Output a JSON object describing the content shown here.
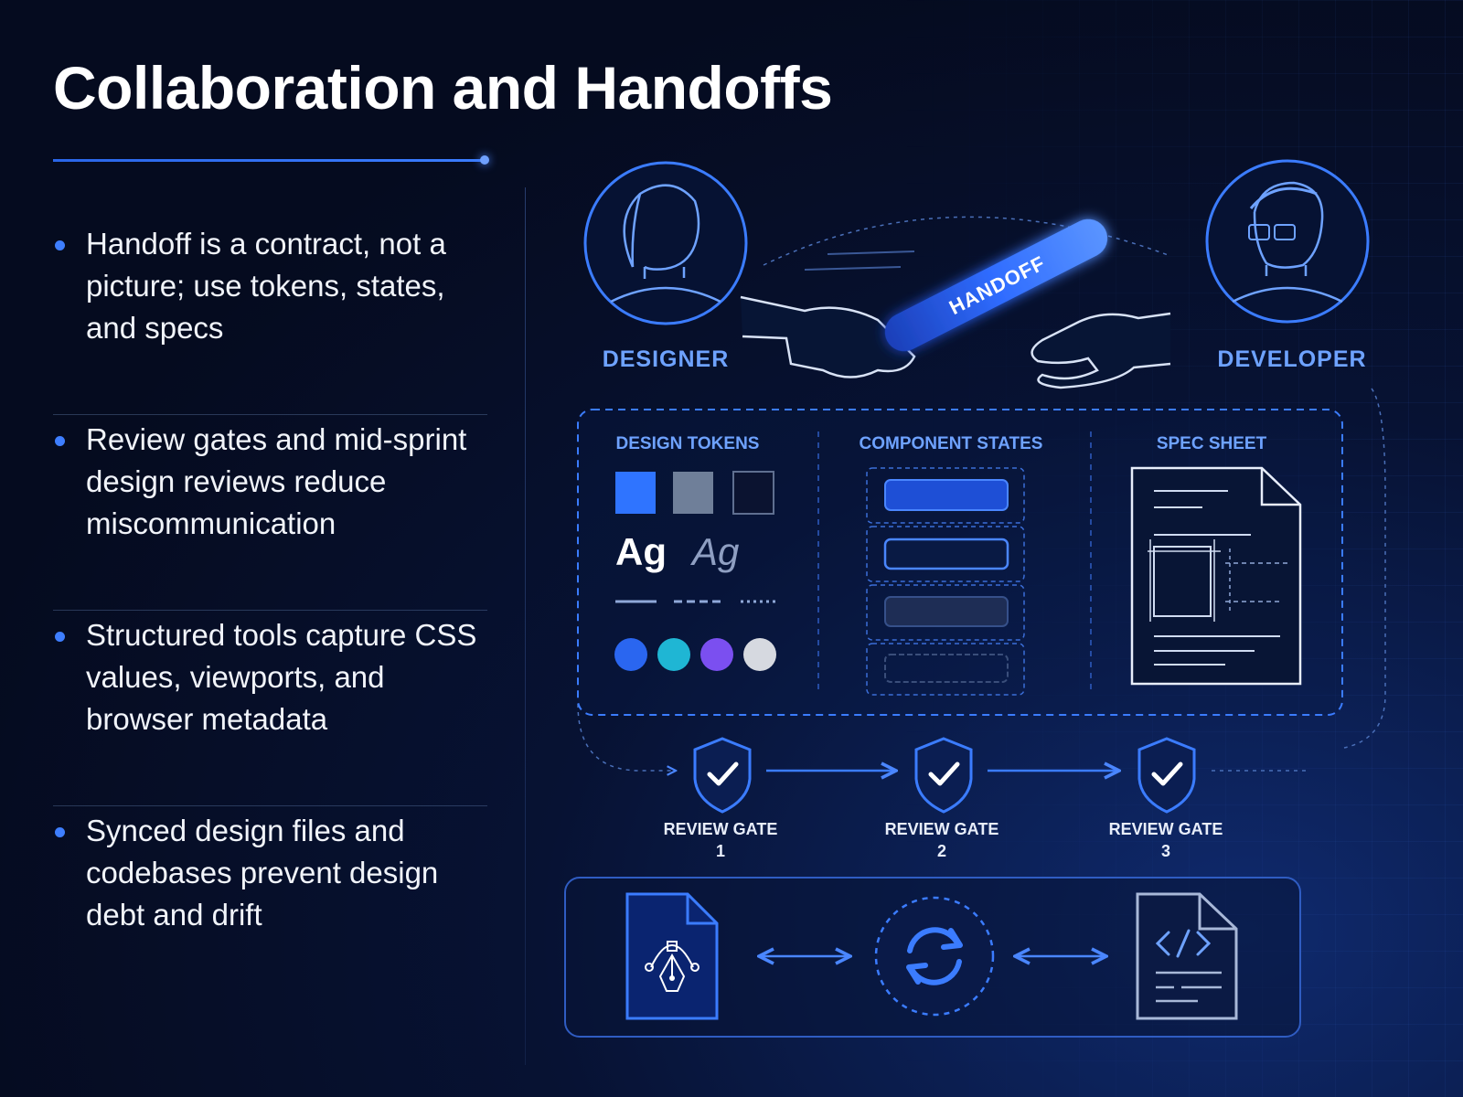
{
  "title": "Collaboration and Handoffs",
  "bullets": [
    {
      "text": "Handoff is a contract, not a picture; use tokens, states, and specs"
    },
    {
      "text": "Review gates and mid-sprint design reviews reduce miscommunication"
    },
    {
      "text": "Structured tools capture CSS values, viewports, and browser metadata"
    },
    {
      "text": "Synced design files and codebases prevent design debt and drift"
    }
  ],
  "roles": {
    "designer": "DESIGNER",
    "developer": "DEVELOPER"
  },
  "baton_label": "HANDOFF",
  "panels": {
    "tokens": "DESIGN TOKENS",
    "states": "COMPONENT STATES",
    "spec": "SPEC SHEET"
  },
  "tokens": {
    "type_sample_1": "Ag",
    "type_sample_2": "Ag",
    "swatch_colors": [
      "#2f74ff",
      "#6f7f99",
      "#0b1330"
    ],
    "dot_colors": [
      "#2a66f0",
      "#1fb6d4",
      "#7b4ff0",
      "#d6d9e0"
    ]
  },
  "gates": [
    {
      "label": "REVIEW GATE",
      "number": "1"
    },
    {
      "label": "REVIEW GATE",
      "number": "2"
    },
    {
      "label": "REVIEW GATE",
      "number": "3"
    }
  ],
  "sync": {
    "design_file_icon": "pen-tool-file-icon",
    "sync_icon": "sync-icon",
    "code_file_icon": "code-file-icon"
  },
  "colors": {
    "accent": "#3b7cff",
    "label_blue": "#6ea2ff",
    "background": "#060d24"
  }
}
